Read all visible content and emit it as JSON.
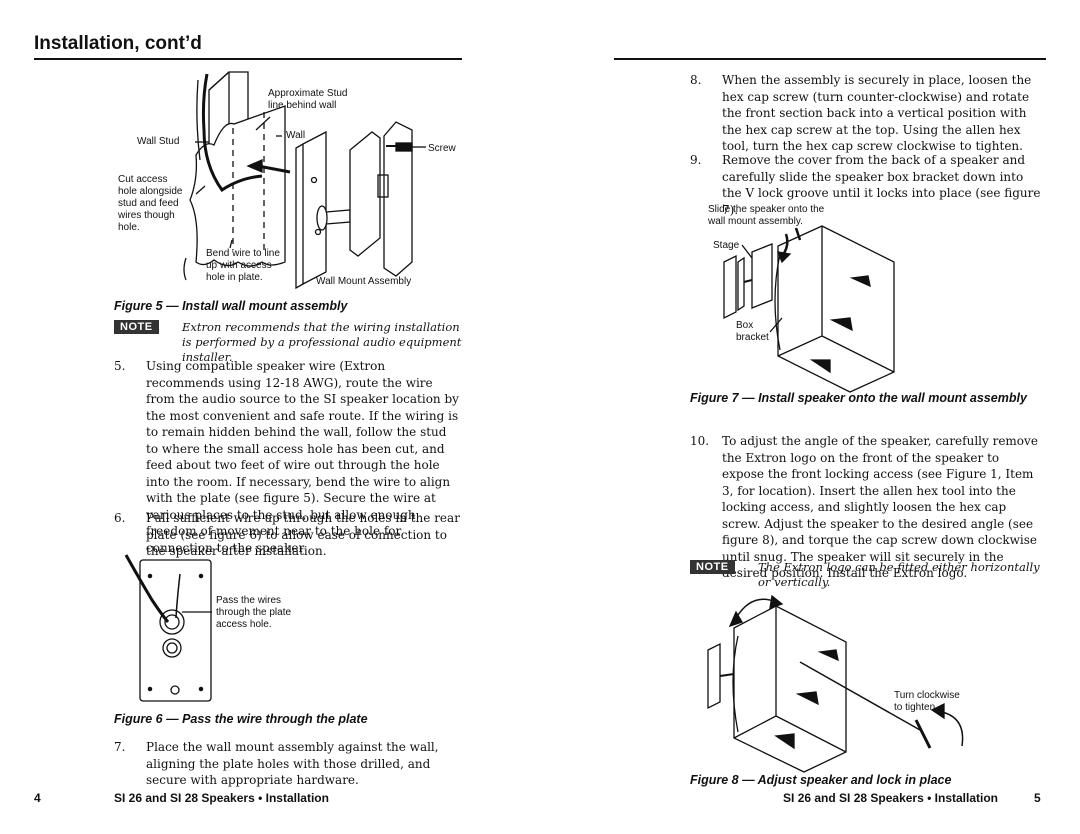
{
  "header": {
    "title": "Installation, cont’d"
  },
  "figure5": {
    "labels": {
      "stud_line": "Approximate Stud\nline behind wall",
      "wall_stud": "Wall Stud",
      "wall": "Wall",
      "screw": "Screw",
      "cut_access": "Cut access\nhole alongside\nstud and feed\nwires though\nhole.",
      "bend_wire": "Bend wire to line\nup with access\nhole in plate.",
      "wall_mount_assembly": "Wall Mount Assembly"
    },
    "caption": "Figure 5 — Install wall mount assembly"
  },
  "note1": {
    "badge": "NOTE",
    "text": "Extron recommends that the wiring installation is performed by a professional audio equipment installer."
  },
  "step5": {
    "num": "5.",
    "text": "Using compatible speaker wire (Extron recommends using 12-18 AWG), route the wire from the audio source to the SI speaker location by the most convenient and safe route.  If the wiring is to remain hidden behind the wall, follow the stud to where the small access hole has been cut, and feed about two feet of wire out through the hole into the room.  If necessary, bend the wire to align with the plate (see figure 5).  Secure the wire at various places to the stud, but allow enough freedom of movement near to the hole for connection to the speaker"
  },
  "step6": {
    "num": "6.",
    "text": "Pull sufficient wire up through the holes in the rear plate (see figure 6) to allow ease of connection to the speaker after installation."
  },
  "figure6": {
    "label": "Pass the wires\nthrough the plate\naccess hole.",
    "caption": "Figure 6 — Pass the wire through the plate"
  },
  "step7": {
    "num": "7.",
    "text": "Place the wall mount assembly against the wall, aligning the plate holes with those drilled, and secure with appropriate hardware."
  },
  "step8": {
    "num": "8.",
    "text": "When the assembly is securely in place, loosen the hex cap screw (turn counter-clockwise) and rotate the front section back into a vertical position with the hex cap screw at the top.  Using the allen hex tool, turn the hex cap screw clockwise to tighten."
  },
  "step9": {
    "num": "9.",
    "text": "Remove the cover from the back of a speaker and carefully slide the speaker box bracket down into the V lock groove until it locks into place (see figure 7)."
  },
  "figure7": {
    "labels": {
      "slide": "Slide the speaker onto the\nwall mount assembly.",
      "stage": "Stage",
      "box_bracket": "Box\nbracket"
    },
    "caption": "Figure 7 — Install speaker onto the wall mount assembly"
  },
  "step10": {
    "num": "10.",
    "text": "To adjust the angle of the speaker, carefully remove the Extron logo on the front of the speaker to expose the front locking access (see Figure 1, Item 3, for location).  Insert the allen hex tool into the locking access, and slightly loosen the hex cap screw.  Adjust the speaker to the desired angle (see figure 8), and torque the cap screw down clockwise until snug. The speaker will sit securely in the desired position.  Install the Extron logo."
  },
  "note2": {
    "badge": "NOTE",
    "text": "The Extron logo can be fitted either horizontally or vertically."
  },
  "figure8": {
    "label": "Turn clockwise\nto tighten.",
    "caption": "Figure 8 — Adjust speaker and lock in place"
  },
  "footer": {
    "left_page": "4",
    "left_title": "SI 26 and SI 28 Speakers • Installation",
    "right_title": "SI 26 and SI 28 Speakers • Installation",
    "right_page": "5"
  }
}
